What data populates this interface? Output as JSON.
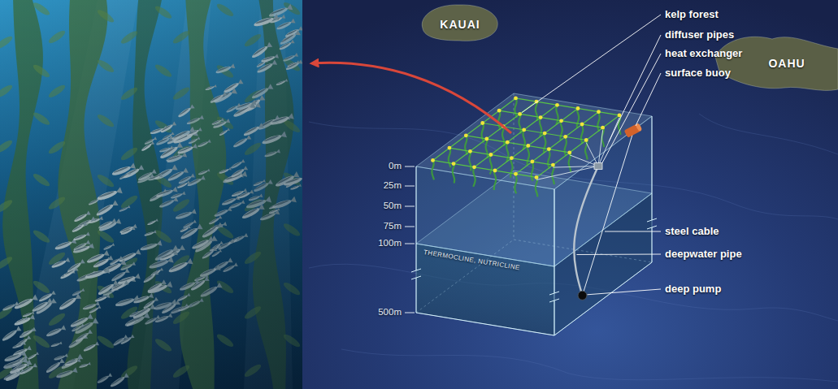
{
  "diagram": {
    "labels": [
      "KAUAI",
      "OAHU",
      "kelp forest",
      "diffuser pipes",
      "heat exchanger",
      "surface buoy",
      "0m",
      "25m",
      "50m",
      "75m",
      "100m",
      "THERMOCLINE, NUTRICLINE",
      "steel cable",
      "deepwater pipe",
      "500m",
      "deep pump"
    ]
  }
}
